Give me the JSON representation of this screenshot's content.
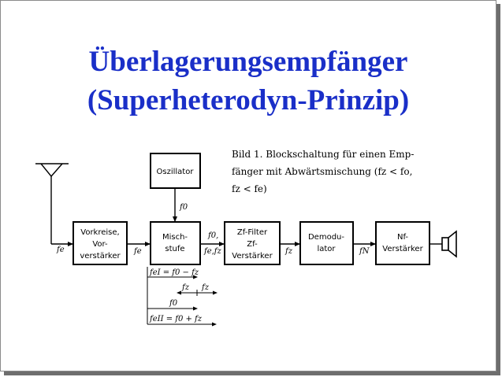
{
  "slide": {
    "title_line1": "Überlagerungsempfänger",
    "title_line2": "(Superheterodyn-Prinzip)",
    "title_color": "#1a2fc8"
  },
  "caption": {
    "line1": "Bild 1. Blockschaltung für einen Emp-",
    "line2": "fänger mit Abwärtsmischung (fz < fo,",
    "line3": "fz < fe)"
  },
  "blocks": {
    "oszillator": "Oszillator",
    "vorkreise": [
      "Vorkreise,",
      "Vor-",
      "verstärker"
    ],
    "mischstufe": [
      "Misch-",
      "stufe"
    ],
    "zf_filter": [
      "Zf-Filter",
      "Zf-",
      "Verstärker"
    ],
    "demodulator": [
      "Demodu-",
      "lator"
    ],
    "nf_verstaerker": [
      "Nf-",
      "Verstärker"
    ]
  },
  "signals": {
    "antenna": "fe",
    "vorkreise_out": "fe",
    "osc_out": "f0",
    "misch_out_top": "f0,",
    "misch_out_bottom": "fe,fz",
    "zf_out": "fz",
    "demod_out": "fN",
    "eq1": "feI = f0 − fz",
    "fz_left": "fz",
    "fz_right": "fz",
    "f0_bottom": "f0",
    "eq2": "feII = f0 + fz"
  }
}
